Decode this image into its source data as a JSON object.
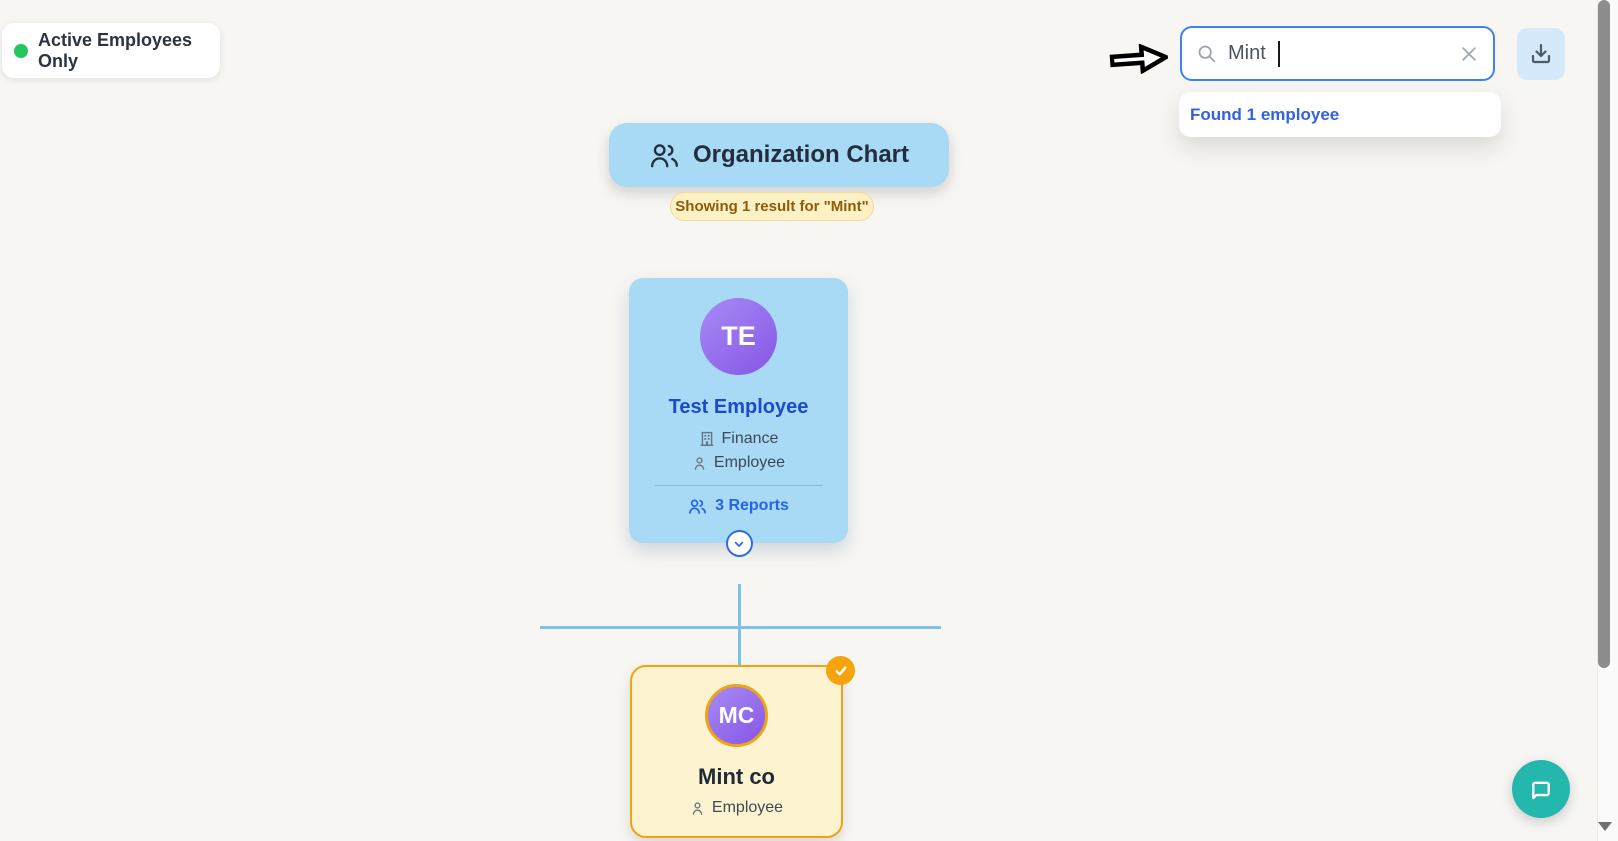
{
  "filter_badge": {
    "label": "Active Employees Only",
    "status_color": "#22c55e"
  },
  "search": {
    "value": "Mint"
  },
  "search_dropdown": {
    "result_text": "Found 1 employee"
  },
  "header": {
    "title": "Organization Chart"
  },
  "result_banner": {
    "text": "Showing 1 result for \"Mint\""
  },
  "org_chart": {
    "root_card": {
      "initials": "TE",
      "name": "Test Employee",
      "department": "Finance",
      "role": "Employee",
      "reports_label": "3 Reports"
    },
    "highlighted_card": {
      "initials": "MC",
      "name": "Mint co",
      "role": "Employee"
    }
  },
  "colors": {
    "page_background": "#f7f6f3",
    "card_blue": "#a8d9f5",
    "card_yellow": "#fdf3d0",
    "highlight_orange": "#efa312",
    "badge_orange": "#f5a40b",
    "accent_blue": "#2563eb",
    "search_border_blue": "#3b82f6",
    "name_blue": "#1d4bc8",
    "banner_bg": "#fcf1c4",
    "banner_text": "#8f5c07",
    "status_green": "#22c55e",
    "chat_teal": "#23b7ae",
    "avatar_gradient": [
      "#a78bf5",
      "#8655e6"
    ],
    "connector_blue": "#7ec2ec"
  },
  "icons": {
    "search": "magnifier",
    "clear": "x-mark",
    "download": "download-tray",
    "org_header": "people-group",
    "department": "building",
    "role": "person",
    "reports": "people-group",
    "expand": "chevron-down",
    "match": "checkmark",
    "chat": "speech-bubble",
    "annotation": "hand-drawn-right-arrow",
    "scroll": "triangle-down"
  }
}
